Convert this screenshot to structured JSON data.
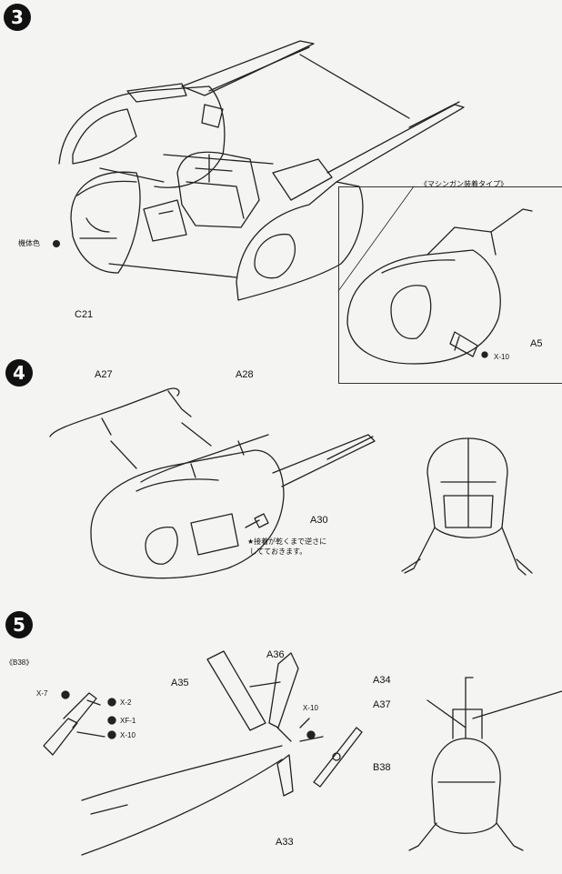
{
  "steps": {
    "s3": "3",
    "s4": "4",
    "s5": "5"
  },
  "step3": {
    "body_color_label": "機体色",
    "part_c21": "C21",
    "inset_title": "《マシンガン装着タイプ》",
    "part_a5": "A5",
    "part_x10": "X-10"
  },
  "step4": {
    "part_a27": "A27",
    "part_a28": "A28",
    "part_a30": "A30",
    "note": "★接着が乾くまで逆さに\n してておきます。"
  },
  "step5": {
    "b38_title": "《B38》",
    "part_x7": "X-7",
    "part_x2": "X-2",
    "part_xf1": "XF-1",
    "part_x10a": "X-10",
    "part_a36": "A36",
    "part_a35": "A35",
    "part_a34": "A34",
    "part_x10b": "X-10",
    "part_a37": "A37",
    "part_b38": "B38",
    "part_a33": "A33"
  },
  "colors": {
    "ink": "#111111",
    "paper": "#f4f4f2"
  }
}
